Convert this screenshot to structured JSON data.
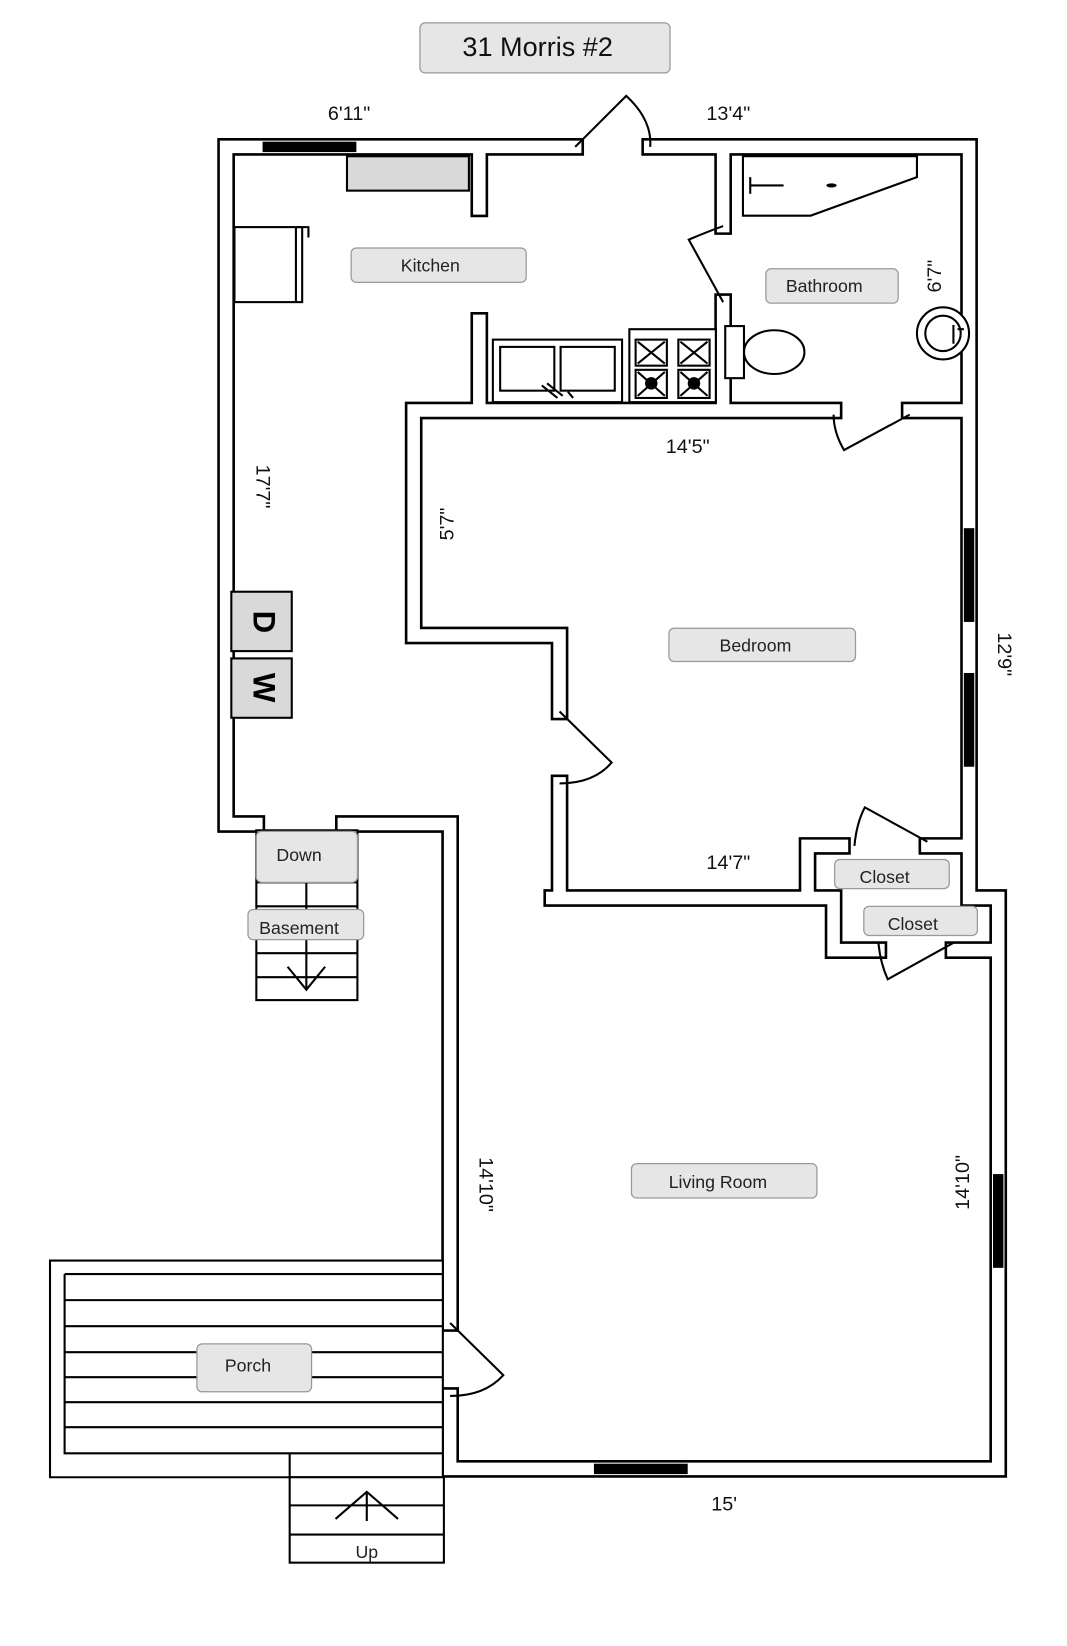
{
  "title": "31 Morris #2",
  "rooms": {
    "kitchen": "Kitchen",
    "bathroom": "Bathroom",
    "bedroom": "Bedroom",
    "living_room": "Living Room",
    "porch": "Porch",
    "closet_1": "Closet",
    "closet_2": "Closet"
  },
  "stairs": {
    "down": "Down",
    "basement": "Basement",
    "up": "Up"
  },
  "appliances": {
    "dryer": "D",
    "washer": "W"
  },
  "dimensions": {
    "kitchen_top": "6'11\"",
    "bath_top": "13'4\"",
    "kitchen_side": "17'7\"",
    "bedroom_notch": "5'7\"",
    "bath_side": "6'7\"",
    "bedroom_top": "14'5\"",
    "bedroom_side": "12'9\"",
    "bedroom_bottom": "14'7\"",
    "living_left": "14'10\"",
    "living_right": "14'10\"",
    "living_bottom": "15'"
  }
}
